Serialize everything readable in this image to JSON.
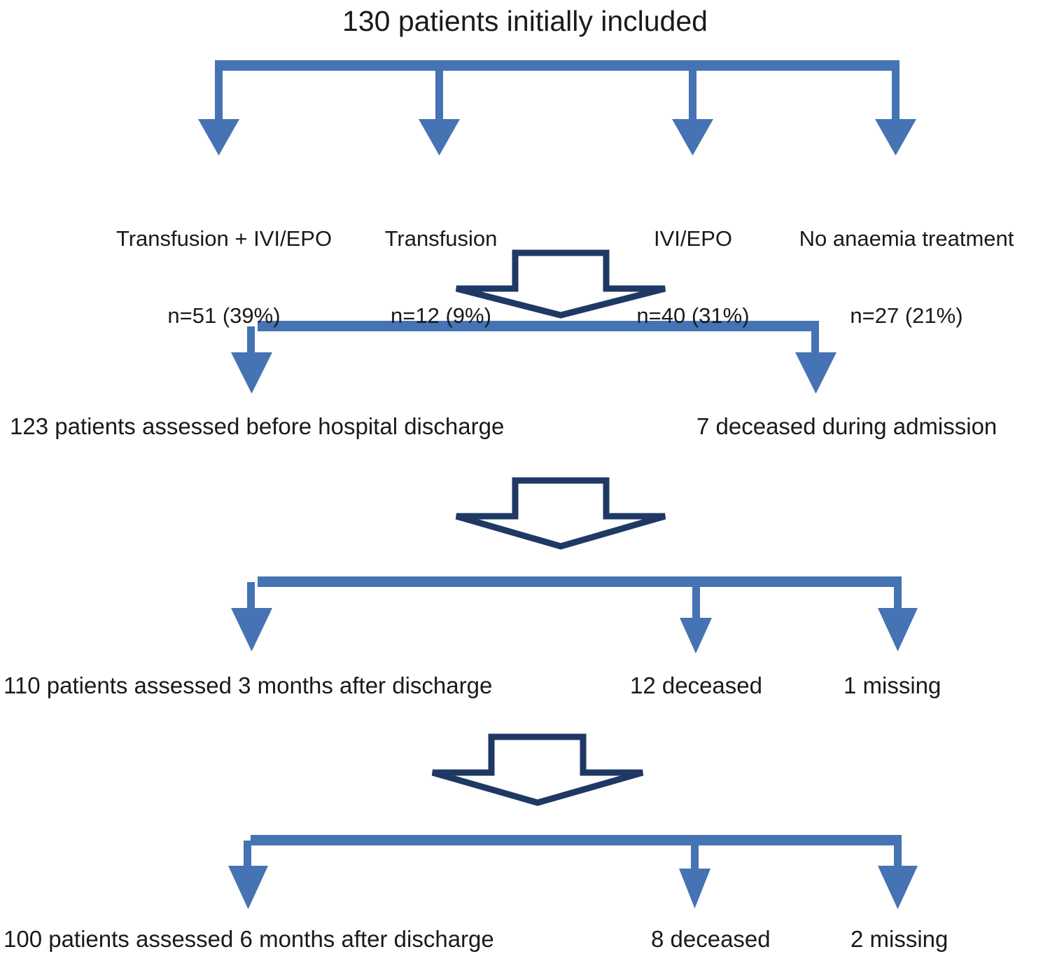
{
  "diagram": {
    "kind": "patient-flow-chart",
    "colors": {
      "connector_blue": "#4573B3",
      "hollow_arrow_outline": "#1F3864",
      "hollow_arrow_fill": "#FFFFFF",
      "text": "#1A1A1A",
      "background": "#FFFFFF"
    },
    "title": "130 patients initially included",
    "stage1": {
      "name": "anaemia-treatment-groups",
      "branches": [
        {
          "label": "Transfusion + IVI/EPO",
          "count": "n=51 (39%)"
        },
        {
          "label": "Transfusion",
          "count": "n=12 (9%)"
        },
        {
          "label": "IVI/EPO",
          "count": "n=40 (31%)"
        },
        {
          "label": "No anaemia treatment",
          "count": "n=27 (21%)"
        }
      ]
    },
    "stage2": {
      "name": "hospital-discharge",
      "outcomes": [
        "123 patients assessed before hospital discharge",
        "7 deceased during admission"
      ]
    },
    "stage3": {
      "name": "three-month-followup",
      "outcomes": [
        "110 patients assessed 3 months after discharge",
        "12 deceased",
        "1 missing"
      ]
    },
    "stage4": {
      "name": "six-month-followup",
      "outcomes": [
        "100 patients assessed 6 months after discharge",
        "8 deceased",
        "2 missing"
      ]
    },
    "icons": {
      "branch_arrow": "arrow-down-icon",
      "stage_arrow": "hollow-arrow-down-icon"
    }
  }
}
